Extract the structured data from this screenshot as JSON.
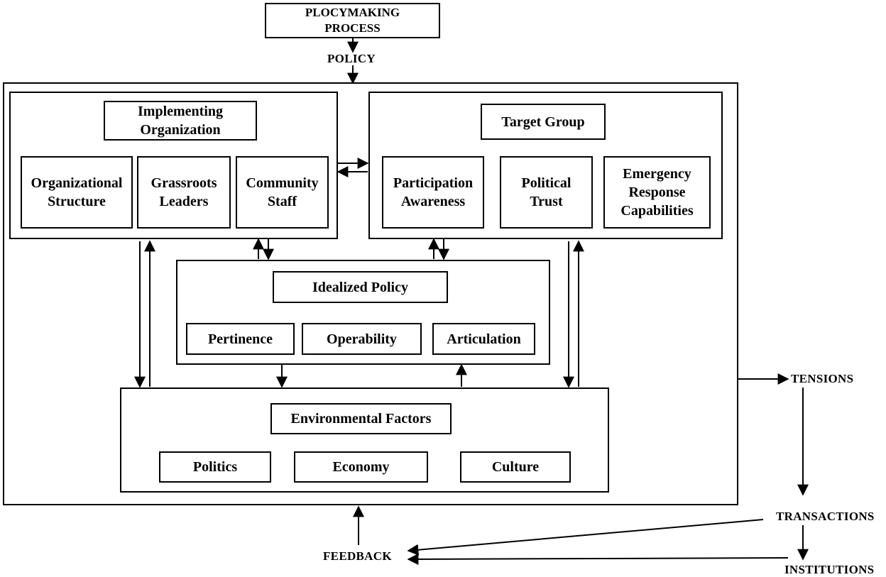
{
  "top": {
    "process": "PLOCYMAKING\nPROCESS",
    "policy": "POLICY"
  },
  "implementing": {
    "title": "Implementing\nOrganization",
    "items": [
      "Organizational\nStructure",
      "Grassroots\nLeaders",
      "Community\nStaff"
    ]
  },
  "target": {
    "title": "Target Group",
    "items": [
      "Participation\nAwareness",
      "Political\nTrust",
      "Emergency\nResponse\nCapabilities"
    ]
  },
  "idealized": {
    "title": "Idealized Policy",
    "items": [
      "Pertinence",
      "Operability",
      "Articulation"
    ]
  },
  "environmental": {
    "title": "Environmental Factors",
    "items": [
      "Politics",
      "Economy",
      "Culture"
    ]
  },
  "outputs": {
    "tensions": "TENSIONS",
    "transactions": "TRANSACTIONS",
    "institutions": "INSTITUTIONS",
    "feedback": "FEEDBACK"
  }
}
